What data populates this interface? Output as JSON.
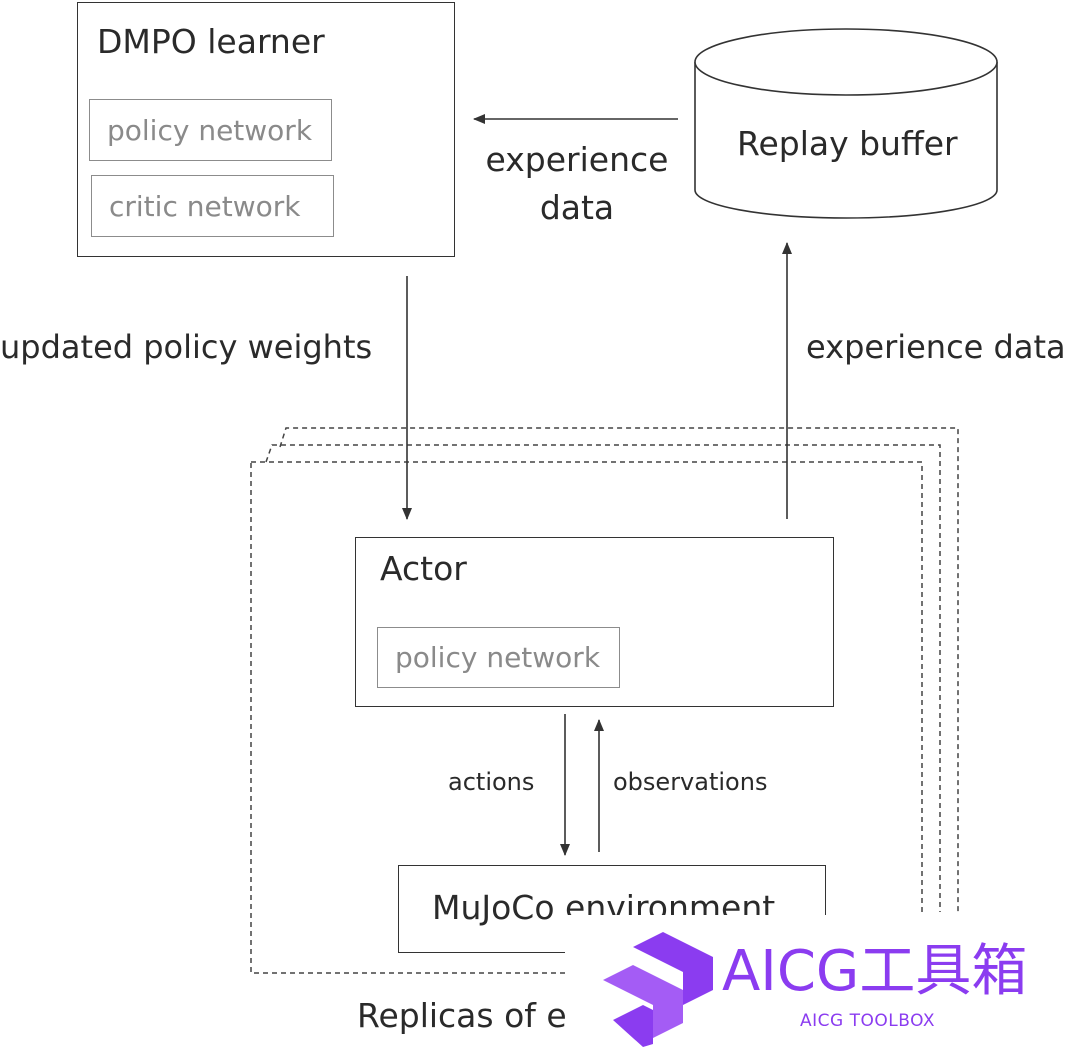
{
  "learner": {
    "title": "DMPO learner",
    "components": [
      "policy network",
      "critic network"
    ]
  },
  "replay_buffer": {
    "label": "Replay buffer"
  },
  "edges": {
    "buffer_to_learner": "experience\ndata",
    "learner_to_actor": "updated policy weights",
    "actor_to_buffer": "experience data",
    "actor_to_env": "actions",
    "env_to_actor": "observations"
  },
  "actor": {
    "title": "Actor",
    "components": [
      "policy network"
    ]
  },
  "environment": {
    "label": "MuJoCo environment"
  },
  "replicas_caption": "Replicas of e",
  "watermark": {
    "title": "AICG工具箱",
    "subtitle": "AICG TOOLBOX",
    "color": "#8b3cf0"
  }
}
